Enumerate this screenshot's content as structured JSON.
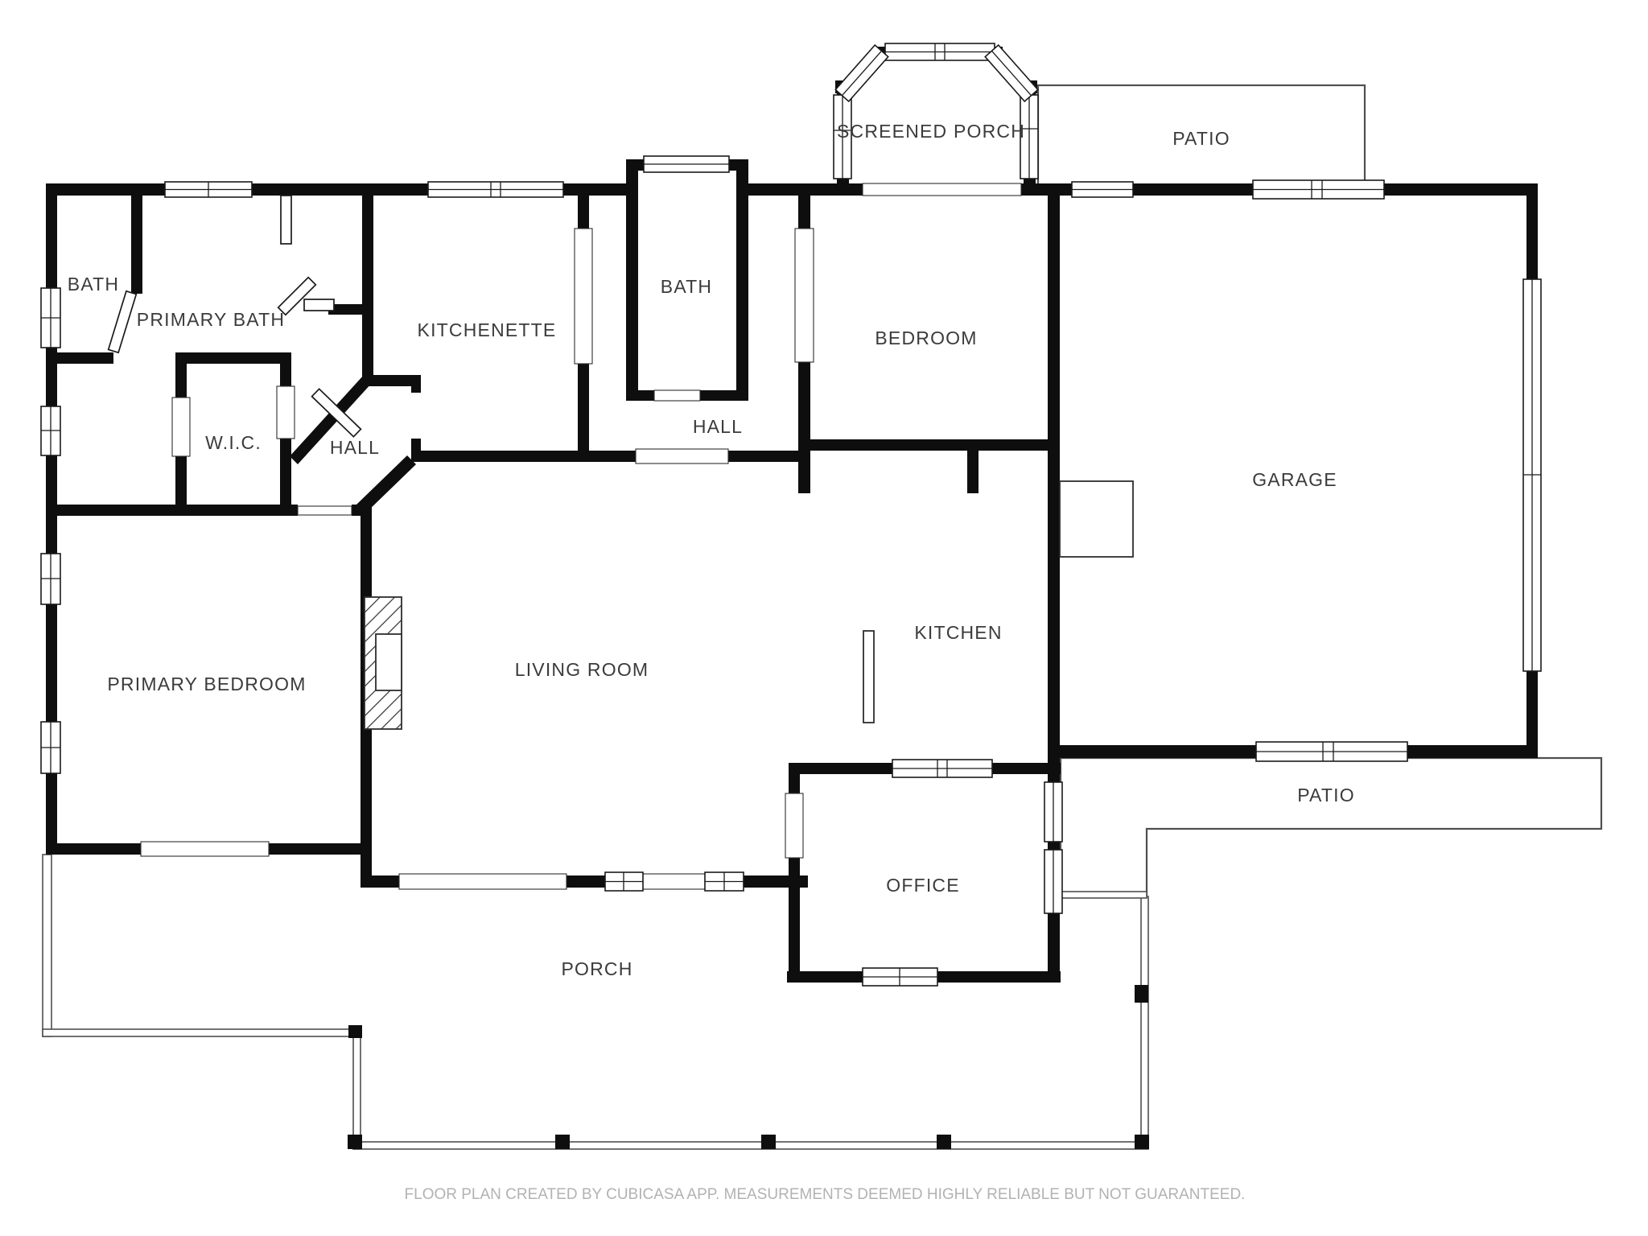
{
  "colors": {
    "wall": "#0e0e0e",
    "label": "#3b3b3b",
    "outline": "#4f4f4f",
    "footer": "#b2b2b2",
    "bg": "#ffffff"
  },
  "rooms": {
    "bath_left": {
      "label": "BATH"
    },
    "primary_bath": {
      "label": "PRIMARY BATH"
    },
    "kitchenette": {
      "label": "KITCHENETTE"
    },
    "bath_middle": {
      "label": "BATH"
    },
    "screened_porch": {
      "label": "SCREENED PORCH"
    },
    "patio_top": {
      "label": "PATIO"
    },
    "bedroom": {
      "label": "BEDROOM"
    },
    "hall_middle": {
      "label": "HALL"
    },
    "wic": {
      "label": "W.I.C."
    },
    "hall_left": {
      "label": "HALL"
    },
    "garage": {
      "label": "GARAGE"
    },
    "primary_bedroom": {
      "label": "PRIMARY BEDROOM"
    },
    "living_room": {
      "label": "LIVING ROOM"
    },
    "kitchen": {
      "label": "KITCHEN"
    },
    "patio_right": {
      "label": "PATIO"
    },
    "office": {
      "label": "OFFICE"
    },
    "porch": {
      "label": "PORCH"
    }
  },
  "footer": {
    "disclaimer": "FLOOR PLAN CREATED BY CUBICASA APP. MEASUREMENTS DEEMED HIGHLY RELIABLE BUT NOT GUARANTEED."
  }
}
